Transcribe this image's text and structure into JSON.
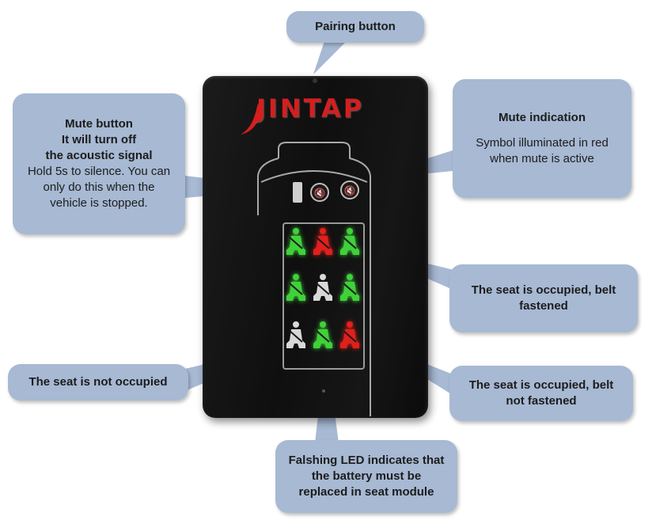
{
  "device": {
    "logo": "JINTAP"
  },
  "callouts": {
    "pairing": {
      "title": "Pairing button"
    },
    "mute_button": {
      "title_lines": [
        "Mute button",
        "It will turn off",
        "the acoustic signal"
      ],
      "body_lines": [
        "Hold 5s to silence. You can",
        "only do this when the",
        "vehicle is stopped."
      ]
    },
    "mute_indication": {
      "title": "Mute indication",
      "body_lines": [
        "Symbol illuminated in red",
        "when mute is active"
      ]
    },
    "seat_fastened": {
      "lines": [
        "The seat is occupied, belt",
        "fastened"
      ]
    },
    "seat_not_occupied": {
      "title": "The seat is not occupied"
    },
    "seat_not_fastened": {
      "lines": [
        "The seat is occupied, belt",
        "not fastened"
      ]
    },
    "battery": {
      "lines": [
        "Falshing LED indicates that",
        "the battery must be",
        "replaced in seat module"
      ]
    }
  },
  "seat_leds": [
    [
      "green",
      "red",
      "green"
    ],
    [
      "green",
      "white",
      "green"
    ],
    [
      "white",
      "green",
      "red"
    ]
  ],
  "colors": {
    "callout_bg": "#a7b9d3",
    "led_green": "#3fd13a",
    "led_red": "#e0201c",
    "led_white": "#d8d8d8",
    "logo_red": "#d41f1f"
  }
}
